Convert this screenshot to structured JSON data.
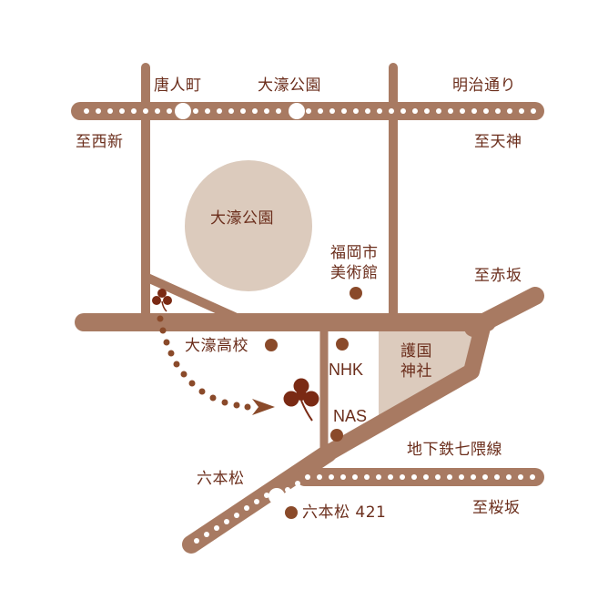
{
  "colors": {
    "road": "#a87a62",
    "park": "#dccbbd",
    "text": "#6b2e1c",
    "poi": "#8a4a2a",
    "clover": "#7a2a14",
    "background": "#ffffff"
  },
  "roads": {
    "top_avenue": "明治通り",
    "subway_line": "地下鉄七隈線"
  },
  "stations": {
    "tojinmachi": "唐人町",
    "ohori_park_station": "大濠公園",
    "ropponmatsu": "六本松"
  },
  "directions": {
    "to_nishijin": "至西新",
    "to_tenjin": "至天神",
    "to_akasaka": "至赤坂",
    "to_sakurazaka": "至桜坂"
  },
  "areas": {
    "ohori_park": "大濠公園",
    "gokoku_shrine_line1": "護国",
    "gokoku_shrine_line2": "神社"
  },
  "landmarks": {
    "art_museum_line1": "福岡市",
    "art_museum_line2": "美術館",
    "ohori_high_school": "大濠高校",
    "nhk": "NHK",
    "nas": "NAS",
    "ropponmatsu_421": "六本松 421"
  },
  "icons": {
    "destination": "clover-icon",
    "origin": "clover-small-icon",
    "route_arrow": "arrow-right-icon"
  }
}
